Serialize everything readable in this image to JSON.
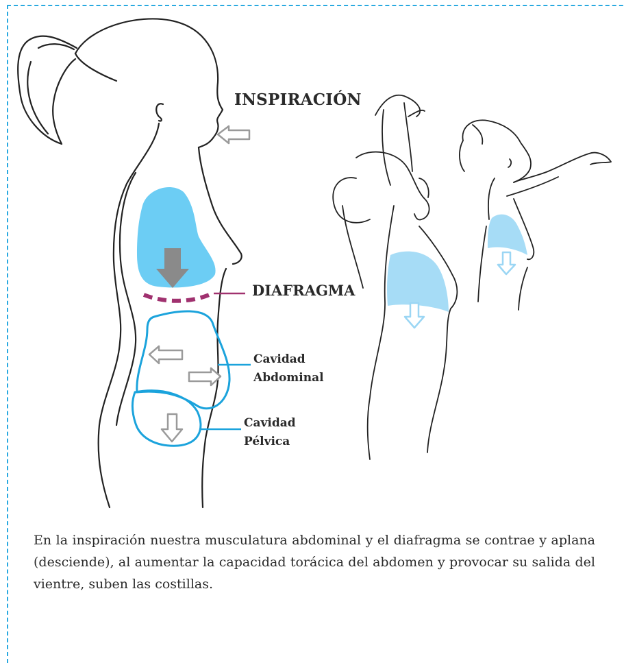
{
  "labels": {
    "inspiracion": "INSPIRACIÓN",
    "diafragma": "DIAFRAGMA",
    "abdominal_line1": "Cavidad",
    "abdominal_line2": "Abdominal",
    "pelvica_line1": "Cavidad",
    "pelvica_line2": "Pélvica"
  },
  "caption": "En la inspiración nuestra musculatura abdominal y el diafragma se contrae y aplana (desciende), al aumentar la capacidad torácica del abdomen y provocar su salida del vientre, suben las costillas.",
  "colors": {
    "frame": "#29a9e0",
    "lung": "#6ccdf4",
    "lung_light": "#a6dcf6",
    "diaphragm": "#a0316f",
    "cavity_outline": "#1ba3dc",
    "arrow_gray": "#8a8a8a",
    "arrow_outline": "#9a9a9a",
    "sketch": "#222222"
  },
  "icons": {
    "intake_arrow": "arrow-left-outline-icon",
    "lung_down_arrow": "arrow-down-filled-icon",
    "abdomen_arrows": [
      "arrow-left-outline-icon",
      "arrow-right-outline-icon",
      "arrow-down-outline-icon"
    ],
    "side_figure_arrows": [
      "arrow-down-outline-icon",
      "arrow-down-outline-icon"
    ]
  }
}
